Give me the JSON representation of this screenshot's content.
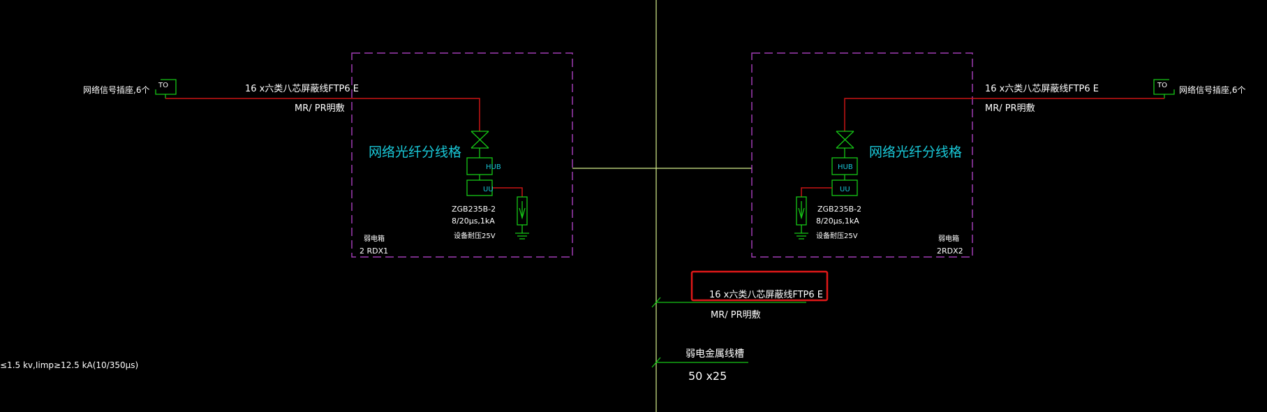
{
  "colors": {
    "background": "#000000",
    "text": "#ffffff",
    "red_cable": "#c81414",
    "green": "#16c816",
    "cyan": "#19c8d8",
    "magenta_dash": "#a03cb4",
    "yellow_green": "#d7f08c",
    "highlight_red": "#e01818"
  },
  "left": {
    "socket_label": "网络信号插座,6个",
    "to_label": "TO",
    "cable_spec": "16 x六类八芯屏蔽线FTP6 E",
    "laying": "MR/ PR明敷",
    "panel_title": "网络光纤分线格",
    "hub": "HUB",
    "uu": "UU",
    "spd_model": "ZGB235B-2",
    "spd_rating": "8/20μs,1kA",
    "spd_voltage": "设备耐压25V",
    "box_name": "弱电箱",
    "box_code": "2 RDX1"
  },
  "right": {
    "socket_label": "网络信号插座,6个",
    "to_label": "TO",
    "cable_spec": "16 x六类八芯屏蔽线FTP6 E",
    "laying": "MR/ PR明敷",
    "panel_title": "网络光纤分线格",
    "hub": "HUB",
    "uu": "UU",
    "spd_model": "ZGB235B-2",
    "spd_rating": "8/20μs,1kA",
    "spd_voltage": "设备耐压25V",
    "box_name": "弱电箱",
    "box_code": "2RDX2"
  },
  "riser": {
    "cable_spec": "16 x六类八芯屏蔽线FTP6 E",
    "laying": "MR/ PR明敷",
    "tray_name": "弱电金属线槽",
    "tray_size": "50 x25"
  },
  "side_note": "≤1.5 kv,Iimp≥12.5 kA(10/350μs)"
}
